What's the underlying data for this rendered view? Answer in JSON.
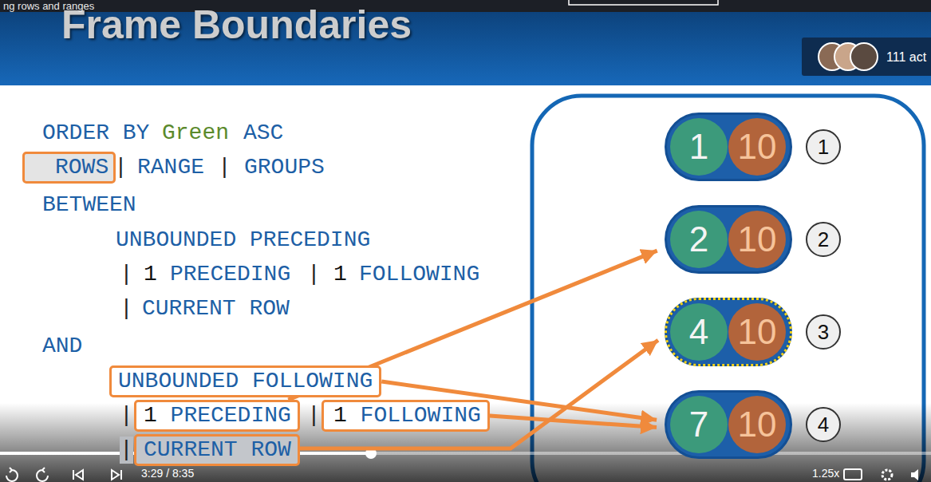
{
  "diagram": {
    "title": "Frame Boundaries",
    "nodes": [
      {
        "text": [
          "ROWS"
        ]
      },
      {
        "text": [
          "UNBOUNDED FOLLOWING"
        ]
      },
      {
        "text": [
          "1",
          "PRECEDING"
        ]
      },
      {
        "text": [
          "1",
          "FOLLOWING"
        ]
      },
      {
        "text": [
          "CURRENT ROW"
        ]
      },
      {
        "text": [
          "1",
          "10"
        ]
      },
      {
        "text": [
          "1"
        ]
      },
      {
        "text": [
          "2",
          "10"
        ]
      },
      {
        "text": [
          "2"
        ]
      },
      {
        "text": [
          "4",
          "10"
        ]
      },
      {
        "text": [
          "3"
        ]
      },
      {
        "text": [
          "7",
          "10"
        ]
      },
      {
        "text": [
          "4"
        ]
      }
    ],
    "edges": [
      {
        "from": 2,
        "to": 7,
        "arrow": "to"
      },
      {
        "from": 4,
        "to": 9,
        "arrow": "to"
      },
      {
        "from": 1,
        "to": 11,
        "arrow": "to"
      },
      {
        "from": 3,
        "to": 11,
        "arrow": "to"
      }
    ],
    "labels": [
      "ng rows and ranges",
      "111 act",
      "ORDER BY",
      "Green",
      "ASC",
      "|",
      "RANGE",
      "|",
      "GROUPS",
      "BETWEEN",
      "UNBOUNDED PRECEDING",
      "|",
      "1",
      "PRECEDING",
      "|",
      "1",
      "FOLLOWING",
      "|",
      "CURRENT ROW",
      "AND",
      "|",
      "|",
      "|",
      "3:29 / 8:35",
      "1.25x"
    ]
  }
}
